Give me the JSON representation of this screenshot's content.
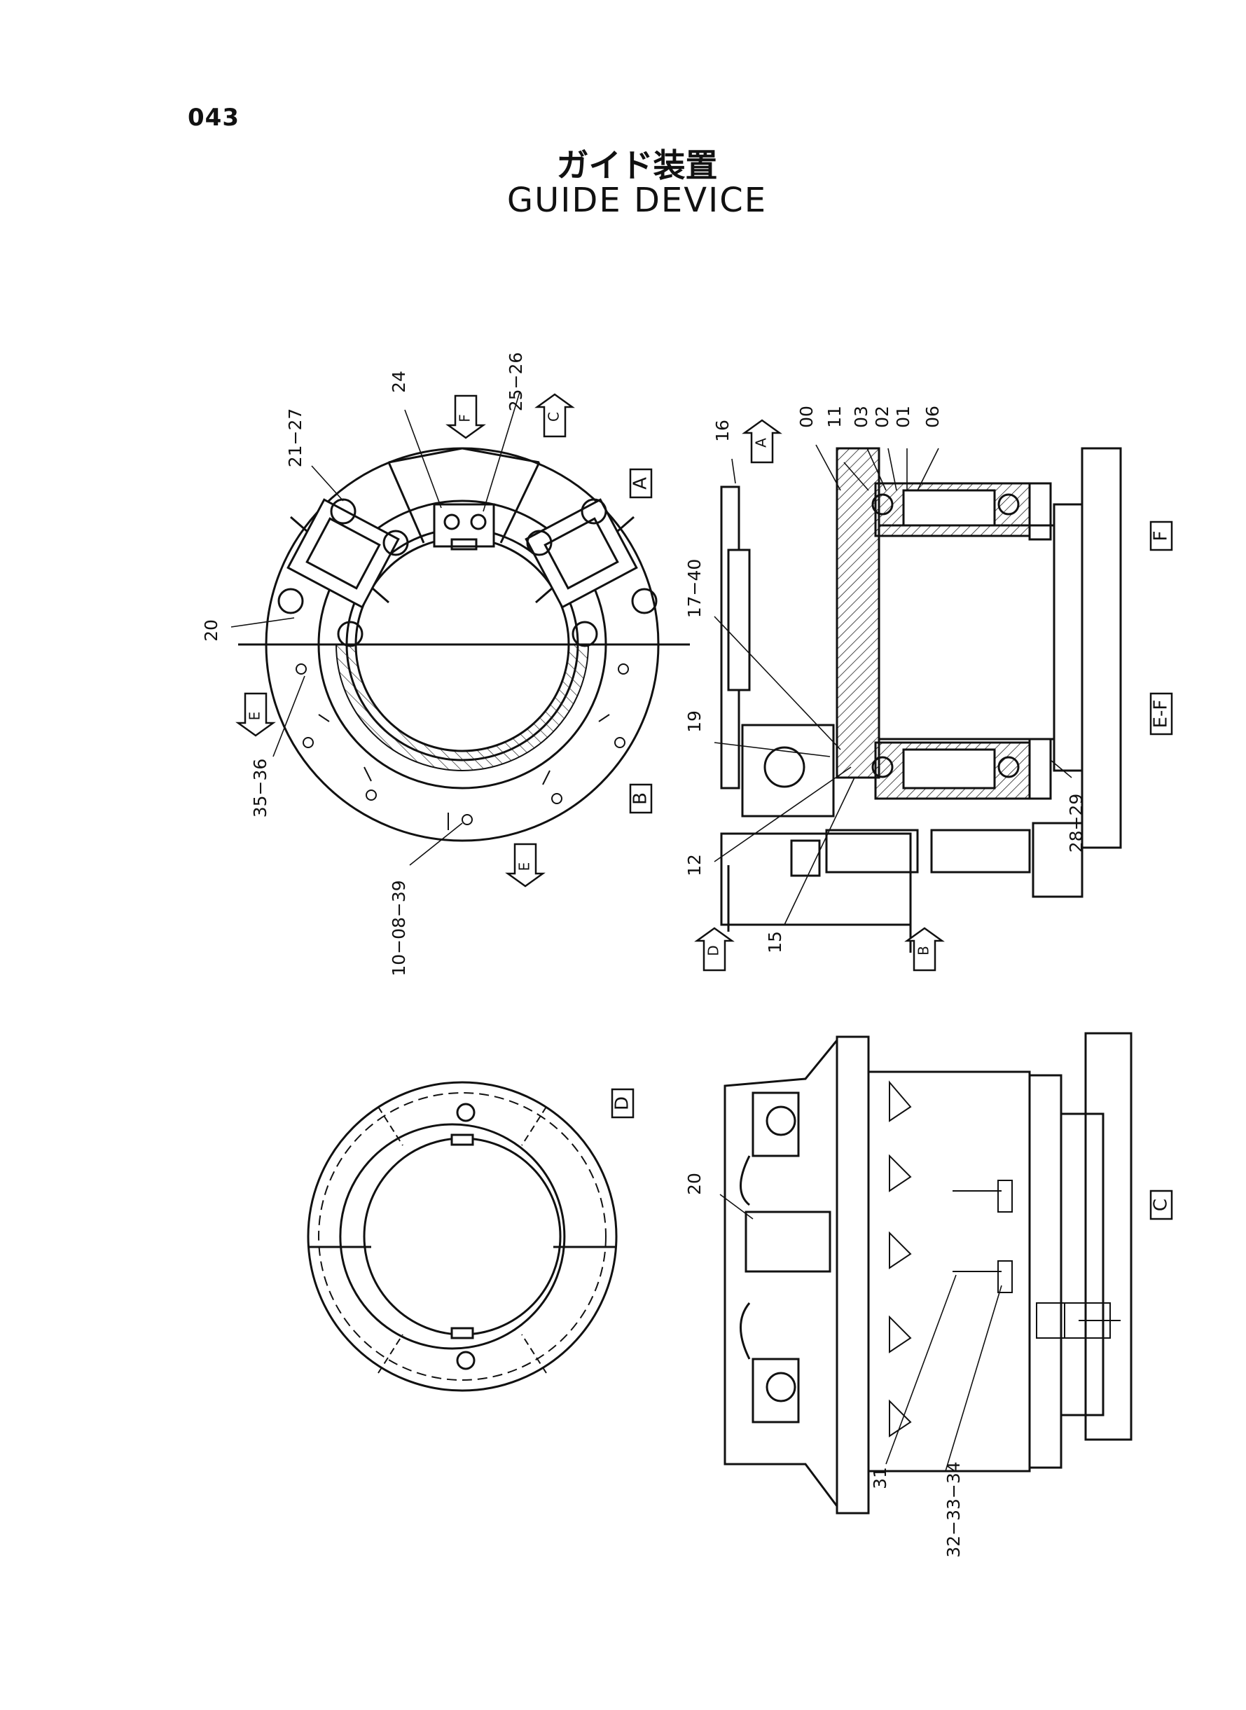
{
  "page_number": "043",
  "title_jp": "ガイド装置",
  "title_en": "GUIDE DEVICE",
  "view_markers": [
    "A",
    "B",
    "C",
    "D",
    "F",
    "E-F"
  ],
  "arrow_markers": [
    "A",
    "B",
    "C",
    "D",
    "E",
    "E",
    "F"
  ],
  "part_labels": {
    "p00": "00",
    "p01": "01",
    "p02": "02",
    "p03": "03",
    "p06": "06",
    "p11": "11",
    "p12": "12",
    "p15": "15",
    "p16": "16",
    "p17_40": "17−40",
    "p19": "19",
    "p20_top": "20",
    "p20_bottom": "20",
    "p21_27": "21−27",
    "p24": "24",
    "p25_26": "25−26",
    "p28_29": "28−29",
    "p31": "31",
    "p32_34": "32−33−34",
    "p35_36": "35−36",
    "p10_08_39": "10−08−39"
  }
}
